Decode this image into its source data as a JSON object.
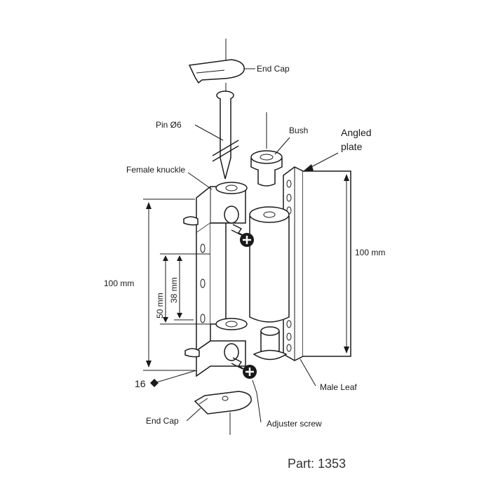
{
  "labels": {
    "end_cap_top": "End Cap",
    "pin": "Pin Ø6",
    "bush": "Bush",
    "angled_plate_line1": "Angled",
    "angled_plate_line2": "plate",
    "female_knuckle": "Female knuckle",
    "dim_left_100": "100 mm",
    "dim_50": "50 mm",
    "dim_38": "38 mm",
    "dim_right_100": "100 mm",
    "dim_16": "16",
    "male_leaf": "Male Leaf",
    "end_cap_bottom": "End Cap",
    "adjuster_screw": "Adjuster screw"
  },
  "part_number": "Part: 1353"
}
